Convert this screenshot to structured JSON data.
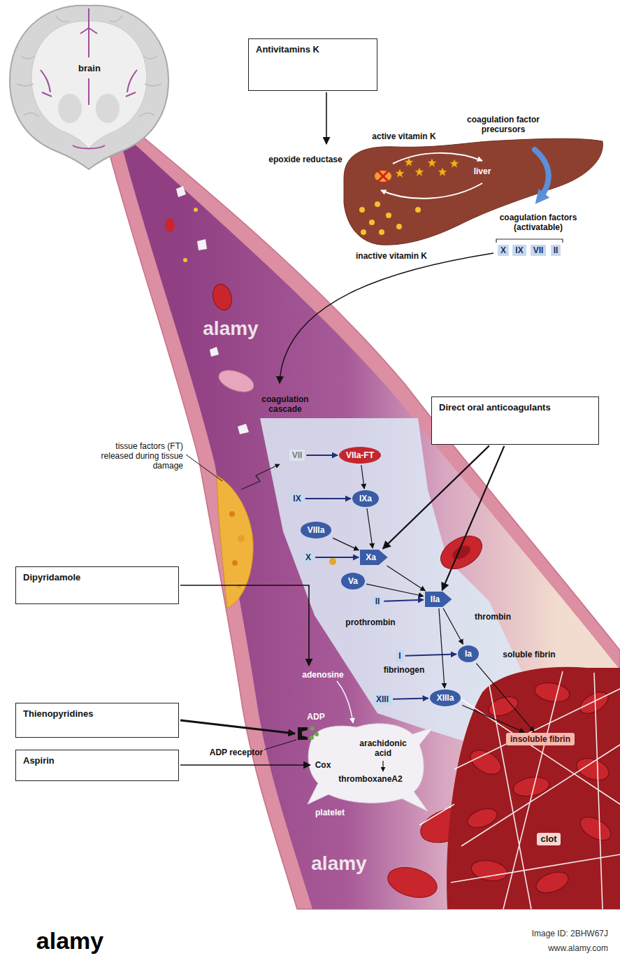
{
  "diagram": {
    "nodes": [
      {
        "text": [
          "Antivitamins K"
        ]
      },
      {
        "text": [
          "X"
        ]
      },
      {
        "text": [
          "IX"
        ]
      },
      {
        "text": [
          "VII"
        ]
      },
      {
        "text": [
          "II"
        ]
      },
      {
        "text": [
          "Direct oral anticoagulants"
        ]
      },
      {
        "text": [
          "VII"
        ]
      },
      {
        "text": [
          "VIIa-FT"
        ]
      },
      {
        "text": [
          "IX"
        ]
      },
      {
        "text": [
          "IXa"
        ]
      },
      {
        "text": [
          "VIIIa"
        ]
      },
      {
        "text": [
          "X"
        ]
      },
      {
        "text": [
          "Xa"
        ]
      },
      {
        "text": [
          "Va"
        ]
      },
      {
        "text": [
          "II"
        ]
      },
      {
        "text": [
          "IIa"
        ]
      },
      {
        "text": [
          "Dipyridamole"
        ]
      },
      {
        "text": [
          "I"
        ]
      },
      {
        "text": [
          "Ia"
        ]
      },
      {
        "text": [
          "XIII"
        ]
      },
      {
        "text": [
          "XIIIa"
        ]
      },
      {
        "text": [
          "insoluble fibrin"
        ]
      },
      {
        "text": [
          "Thienopyridines"
        ]
      },
      {
        "text": [
          "Aspirin"
        ]
      }
    ],
    "edges": [
      {
        "from": 6,
        "to": 7,
        "arrow": "to"
      },
      {
        "from": 8,
        "to": 9,
        "arrow": "to"
      },
      {
        "from": 7,
        "to": 9,
        "arrow": "to"
      },
      {
        "from": 11,
        "to": 12,
        "arrow": "to"
      },
      {
        "from": 9,
        "to": 12,
        "arrow": "to"
      },
      {
        "from": 10,
        "to": 12,
        "arrow": "to"
      },
      {
        "from": 14,
        "to": 15,
        "arrow": "to"
      },
      {
        "from": 12,
        "to": 15,
        "arrow": "to"
      },
      {
        "from": 13,
        "to": 15,
        "arrow": "to"
      },
      {
        "from": 17,
        "to": 18,
        "arrow": "to"
      },
      {
        "from": 15,
        "to": 18,
        "arrow": "to"
      },
      {
        "from": 19,
        "to": 20,
        "arrow": "to"
      },
      {
        "from": 15,
        "to": 20,
        "arrow": "to"
      },
      {
        "from": 18,
        "to": 21,
        "arrow": "to"
      },
      {
        "from": 20,
        "to": 21,
        "arrow": "to"
      },
      {
        "from": 5,
        "to": 12,
        "arrow": "to"
      },
      {
        "from": 5,
        "to": 15,
        "arrow": "to"
      }
    ],
    "labels": [
      "brain",
      "epoxide reductase",
      "active vitamin K",
      "coagulation factor precursors",
      "liver",
      "coagulation factors (activatable)",
      "inactive vitamin K",
      "coagulation cascade",
      "tissue factors (FT) released during tissue damage",
      "prothrombin",
      "thrombin",
      "fibrinogen",
      "soluble fibrin",
      "adenosine",
      "ADP",
      "ADP receptor",
      "arachidonic acid",
      "Cox",
      "thromboxaneA2",
      "platelet",
      "clot",
      "alamy",
      "alamy",
      "alamy",
      "Image ID: 2BHW67J",
      "www.alamy.com"
    ]
  }
}
